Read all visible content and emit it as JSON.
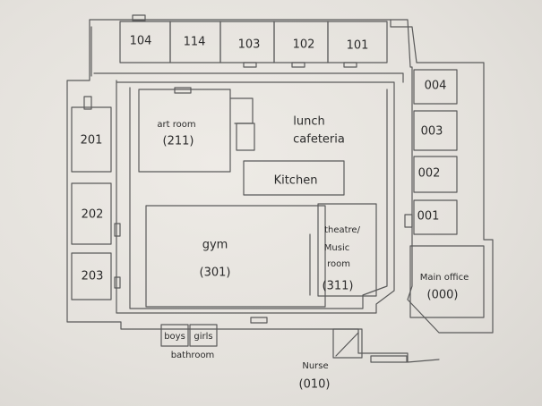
{
  "rooms": {
    "r104": "104",
    "r114": "114",
    "r103": "103",
    "r102": "102",
    "r101": "101",
    "r004": "004",
    "r003": "003",
    "r002": "002",
    "r001": "001",
    "r201": "201",
    "r202": "202",
    "r203": "203"
  },
  "art_room": {
    "name": "art room",
    "number": "(211)"
  },
  "lunch": {
    "line1": "lunch",
    "line2": "cafeteria"
  },
  "kitchen": "Kitchen",
  "gym": {
    "name": "gym",
    "number": "(301)"
  },
  "theatre": {
    "line1": "theatre/",
    "line2": "Music",
    "line3": "room",
    "number": "(311)"
  },
  "main_office": {
    "name": "Main office",
    "number": "(000)"
  },
  "bathroom": {
    "boys": "boys",
    "girls": "girls",
    "label": "bathroom"
  },
  "nurse": {
    "name": "Nurse",
    "number": "(010)"
  }
}
